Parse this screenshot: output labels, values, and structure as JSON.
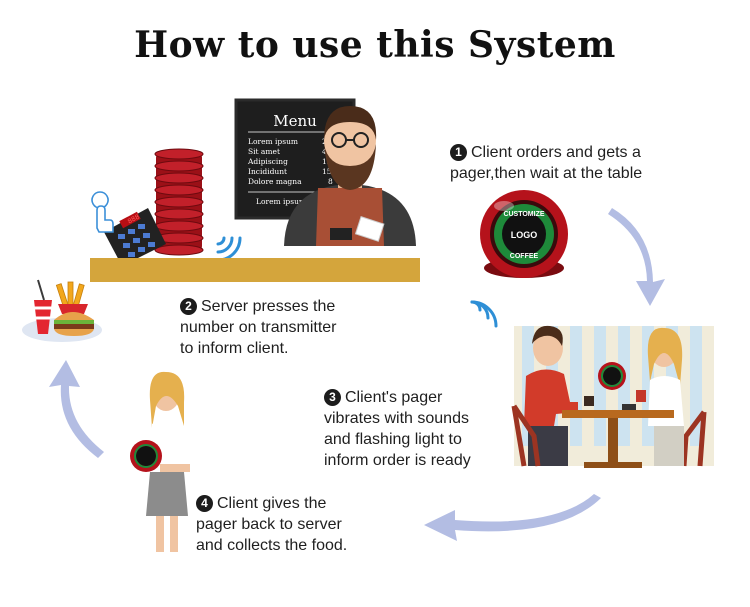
{
  "title": "How to use this System",
  "steps": [
    {
      "number": "1",
      "lines": [
        "Client orders and gets a",
        "pager,then  wait at the table"
      ]
    },
    {
      "number": "2",
      "lines": [
        "Server presses the",
        "number on transmitter",
        "to inform client."
      ]
    },
    {
      "number": "3",
      "lines": [
        "Client's pager",
        "vibrates with sounds",
        "and flashing light to",
        "inform order is ready"
      ]
    },
    {
      "number": "4",
      "lines": [
        "Client gives the",
        "pager back to server",
        "and collects the food."
      ]
    }
  ],
  "menu": {
    "heading": "Menu",
    "items": [
      {
        "name": "Lorem ipsum",
        "price": "20"
      },
      {
        "name": "Sit amet",
        "price": "40"
      },
      {
        "name": "Adipiscing",
        "price": "12.50"
      },
      {
        "name": "Incididunt",
        "price": "15.50"
      },
      {
        "name": "Dolore magna",
        "price": "8"
      }
    ],
    "footer": "Lorem ipsum am"
  },
  "pager": {
    "customize": "CUSTOMIZE",
    "logo": "LOGO",
    "coffee": "COFFEE"
  },
  "transmitter_display": "888",
  "colors": {
    "arrow": "#b3bde3",
    "counter": "#d4a53c",
    "pager_red": "#b5121b",
    "apron": "#a84f35",
    "wall": "#f1ecda",
    "stripe": "#cde3f0",
    "table": "#b8691e"
  }
}
